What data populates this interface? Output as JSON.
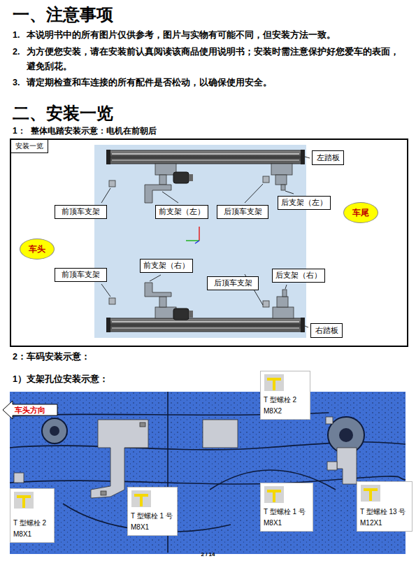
{
  "diagram": {
    "nodes": [
      {
        "text": [
          "安装一览"
        ]
      },
      {
        "text": [
          "左踏板"
        ],
        "in": 0
      },
      {
        "text": [
          "前顶车支架"
        ],
        "in": 0
      },
      {
        "text": [
          "前支架（左）"
        ],
        "in": 0
      },
      {
        "text": [
          "后顶车支架"
        ],
        "in": 0
      },
      {
        "text": [
          "后支架（左）"
        ],
        "in": 0
      },
      {
        "text": [
          "车尾"
        ],
        "in": 0
      },
      {
        "text": [
          "车头"
        ],
        "in": 0
      },
      {
        "text": [
          "前顶车支架"
        ],
        "in": 0
      },
      {
        "text": [
          "前支架（右）"
        ],
        "in": 0
      },
      {
        "text": [
          "后顶车支架"
        ],
        "in": 0
      },
      {
        "text": [
          "后支架（右）"
        ],
        "in": 0
      },
      {
        "text": [
          "右踏板"
        ],
        "in": 0
      },
      {
        "text": [
          "T 型螺栓 2",
          "M8X2"
        ]
      },
      {
        "text": [
          "车头方向"
        ]
      },
      {
        "text": [
          "T 型螺栓 2",
          "M8X1"
        ]
      },
      {
        "text": [
          "T 型螺栓 1 号",
          "M8X1"
        ]
      },
      {
        "text": [
          "T 型螺栓 1 号",
          "M8X1"
        ]
      },
      {
        "text": [
          "T 型螺栓 13 号",
          "M12X1"
        ]
      }
    ],
    "labels": [
      "一、注意事项",
      "1.",
      "本说明书中的所有图片仅供参考，图片与实物有可能不同，但安装方法一致。",
      "2.",
      "为方便您安装，请在安装前认真阅读该商品使用说明书；安装时需注意保护好您爱车的表面， 避免刮花。",
      "3.",
      "请定期检查和车连接的所有配件是否松动，以确保使用安全。",
      "二、安装一览",
      "1：",
      "整体电踏安装示意：电机在前朝后",
      "2：车码安装示意：",
      "1）支架孔位安装示意：",
      "2 / 14"
    ]
  }
}
